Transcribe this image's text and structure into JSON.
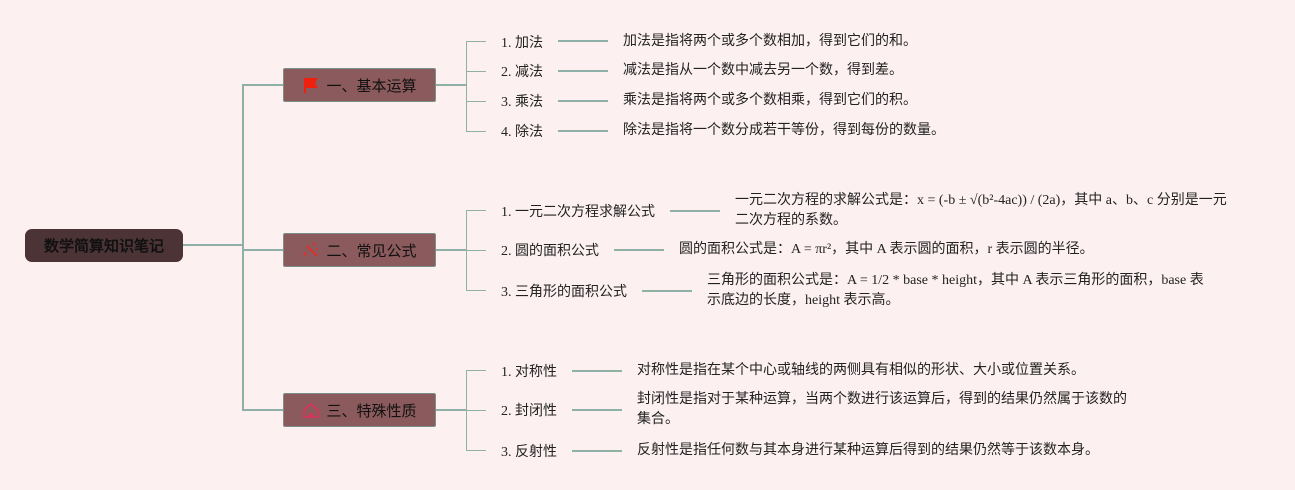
{
  "root": {
    "title": "数学简算知识笔记"
  },
  "branches": [
    {
      "title": "一、基本运算",
      "icon": "flag-icon",
      "children": [
        {
          "label": "1. 加法",
          "desc": "加法是指将两个或多个数相加，得到它们的和。"
        },
        {
          "label": "2. 减法",
          "desc": "减法是指从一个数中减去另一个数，得到差。"
        },
        {
          "label": "3. 乘法",
          "desc": "乘法是指将两个或多个数相乘，得到它们的积。"
        },
        {
          "label": "4. 除法",
          "desc": "除法是指将一个数分成若干等份，得到每份的数量。"
        }
      ]
    },
    {
      "title": "二、常见公式",
      "icon": "magic-wand-icon",
      "children": [
        {
          "label": "1. 一元二次方程求解公式",
          "desc": "一元二次方程的求解公式是：x = (-b ± √(b²-4ac)) / (2a)，其中 a、b、c 分别是一元二次方程的系数。"
        },
        {
          "label": "2. 圆的面积公式",
          "desc": "圆的面积公式是：A = πr²，其中 A 表示圆的面积，r 表示圆的半径。"
        },
        {
          "label": "3. 三角形的面积公式",
          "desc": "三角形的面积公式是：A = 1/2 * base * height，其中 A 表示三角形的面积，base 表示底边的长度，height 表示高。"
        }
      ]
    },
    {
      "title": "三、特殊性质",
      "icon": "house-icon",
      "children": [
        {
          "label": "1. 对称性",
          "desc": "对称性是指在某个中心或轴线的两侧具有相似的形状、大小或位置关系。"
        },
        {
          "label": "2. 封闭性",
          "desc": "封闭性是指对于某种运算，当两个数进行该运算后，得到的结果仍然属于该数的集合。"
        },
        {
          "label": "3. 反射性",
          "desc": "反射性是指任何数与其本身进行某种运算后得到的结果仍然等于该数本身。"
        }
      ]
    }
  ]
}
